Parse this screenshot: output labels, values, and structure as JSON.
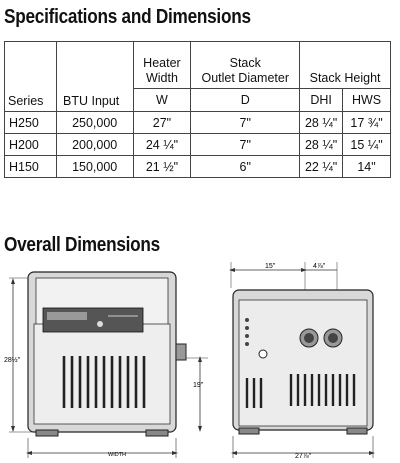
{
  "titles": {
    "specs": "Specifications and Dimensions",
    "overall": "Overall Dimensions"
  },
  "table": {
    "headers": {
      "series": "Series",
      "btu": "BTU Input",
      "heater_line1": "Heater",
      "heater_line2": "Width",
      "stack_line1": "Stack",
      "stack_line2": "Outlet Diameter",
      "stack_height": "Stack Height",
      "w": "W",
      "d": "D",
      "dhi": "DHI",
      "hws": "HWS"
    },
    "rows": [
      {
        "series": "H250",
        "btu": "250,000",
        "w": "27\"",
        "d": "7\"",
        "dhi": "28 ¼\"",
        "hws": "17 ¾\""
      },
      {
        "series": "H200",
        "btu": "200,000",
        "w": "24 ¼\"",
        "d": "7\"",
        "dhi": "28 ¼\"",
        "hws": "15 ¼\""
      },
      {
        "series": "H150",
        "btu": "150,000",
        "w": "21 ½\"",
        "d": "6\"",
        "dhi": "22 ¼\"",
        "hws": "14\""
      }
    ]
  },
  "drawing": {
    "height_label": "28½\"",
    "side_height_label": "19\"",
    "width_label": "WIDTH",
    "top_offset_label": "15\"",
    "top_gap_label": "4⅞\"",
    "depth_label": "27⅞\""
  }
}
